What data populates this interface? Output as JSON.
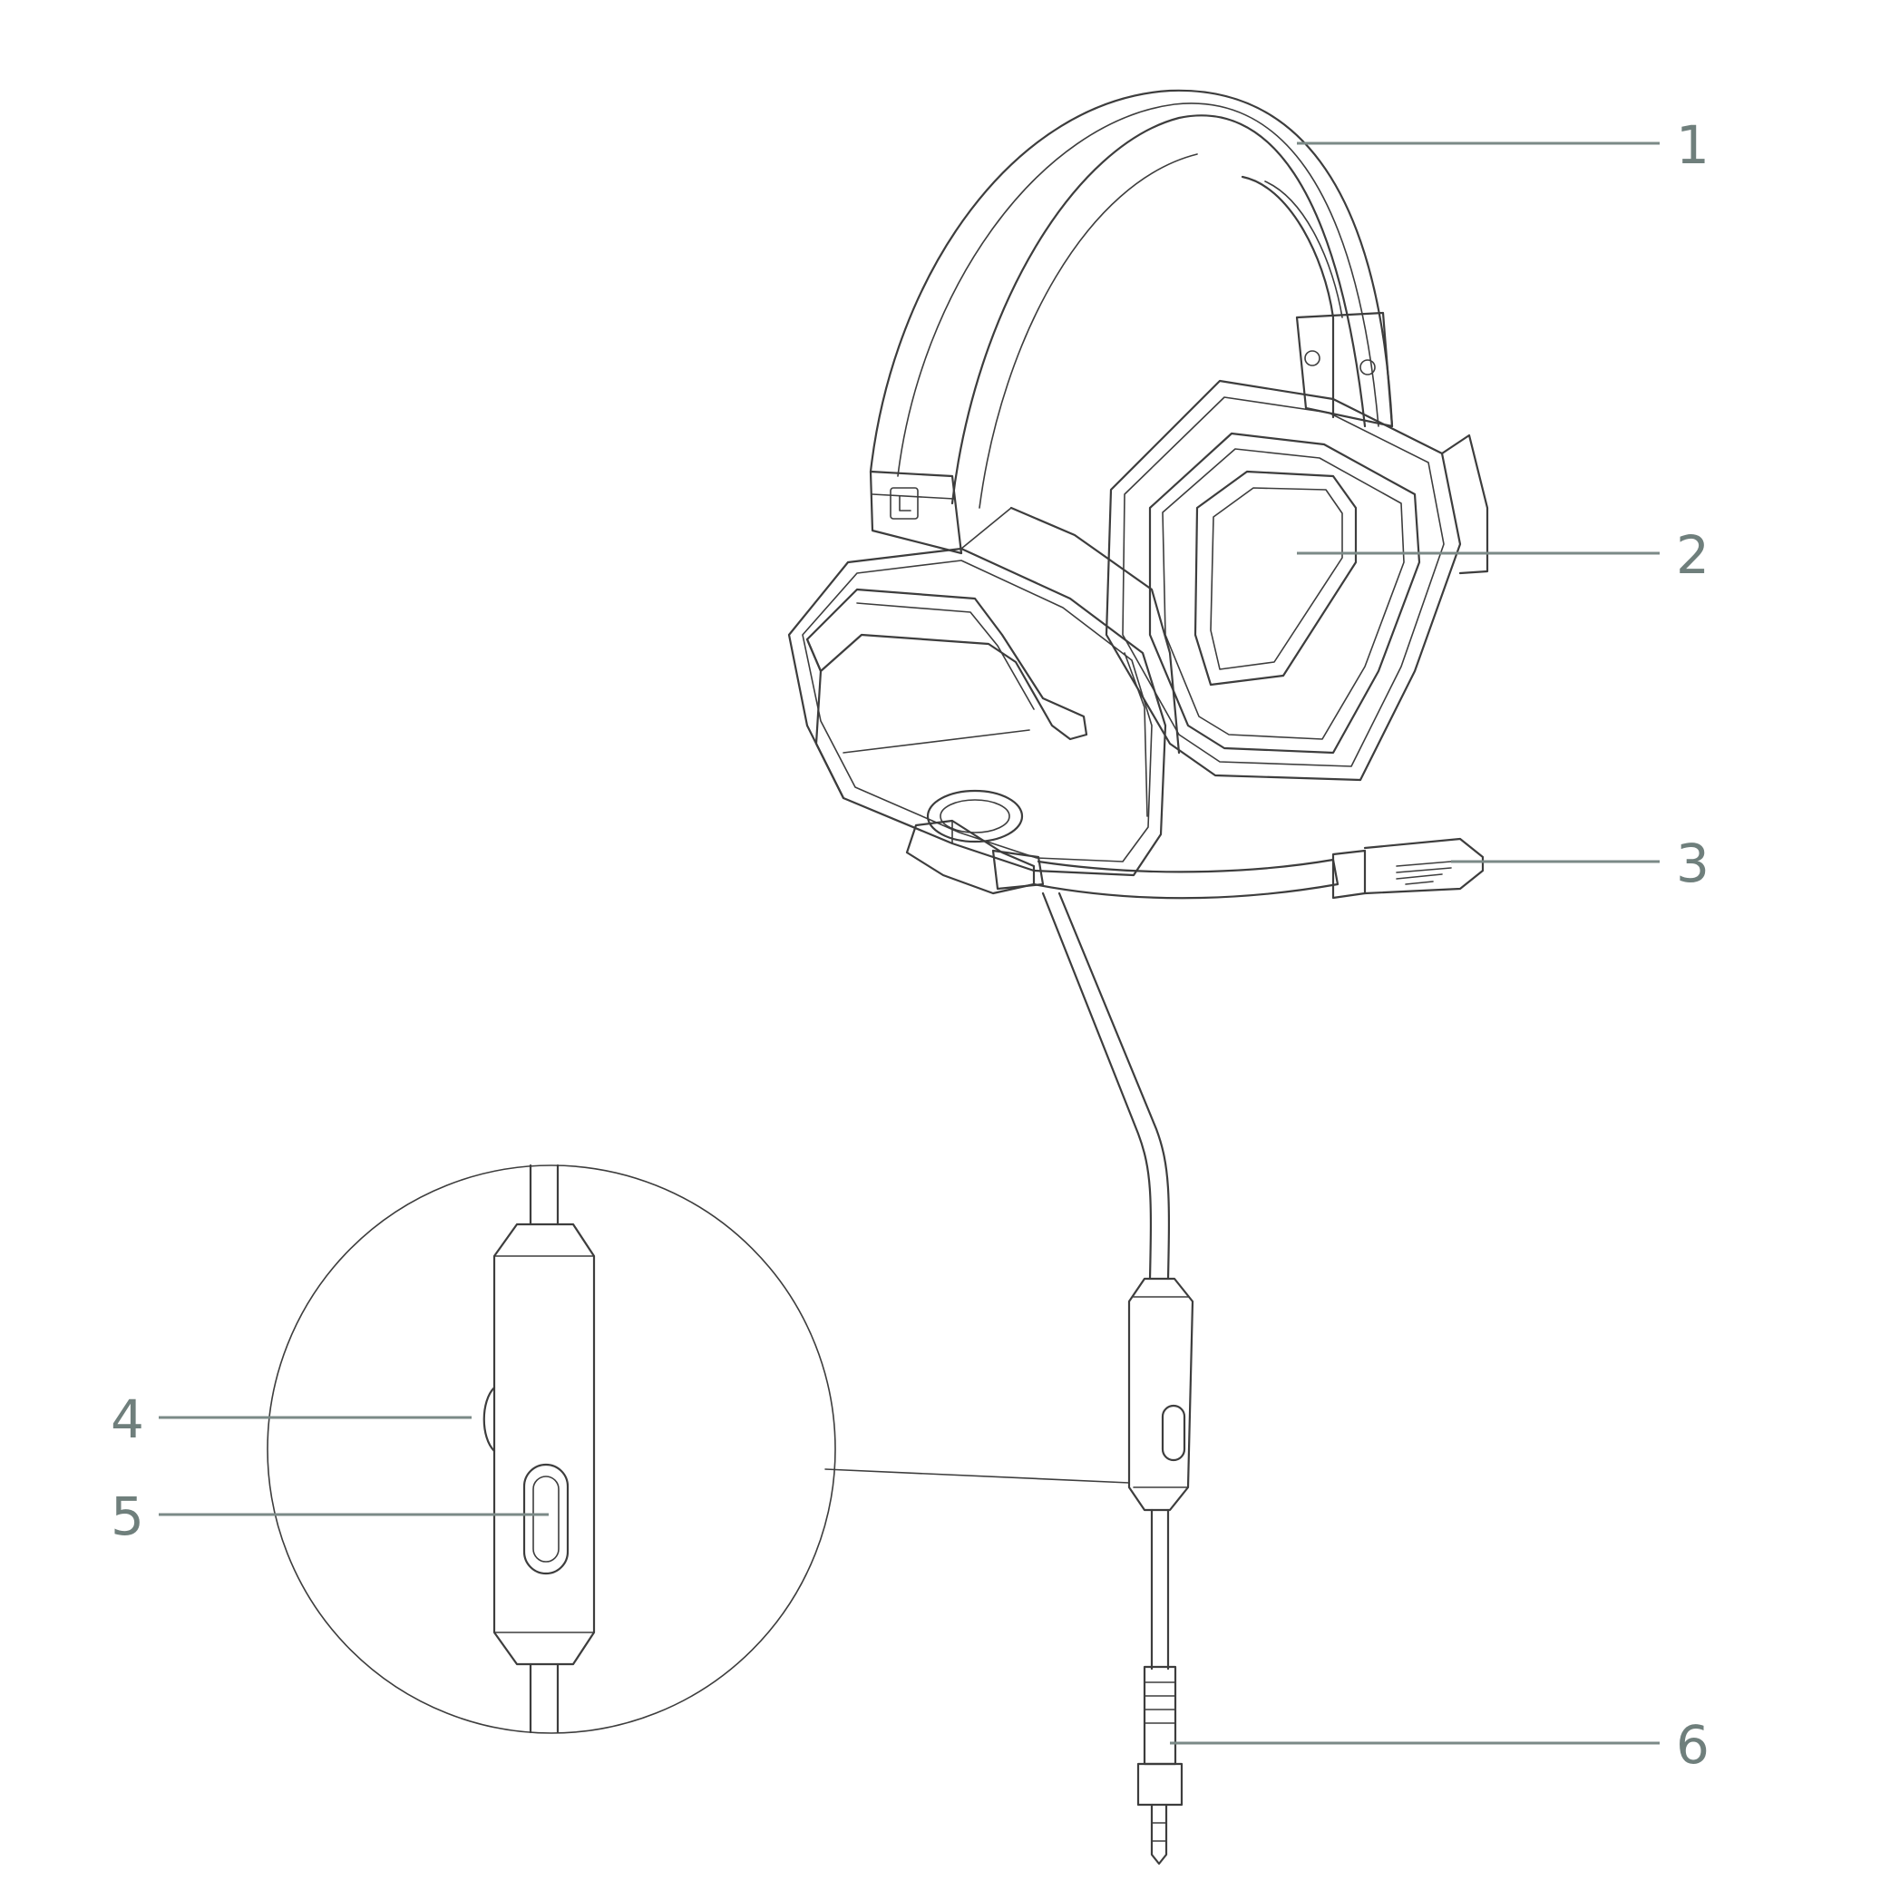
{
  "diagram": {
    "subject": "headset-line-drawing",
    "colors": {
      "line": "#3d3d3d",
      "callout": "#7b8a87"
    },
    "callouts": [
      {
        "id": "1",
        "label": "1"
      },
      {
        "id": "2",
        "label": "2"
      },
      {
        "id": "3",
        "label": "3"
      },
      {
        "id": "4",
        "label": "4"
      },
      {
        "id": "5",
        "label": "5"
      },
      {
        "id": "6",
        "label": "6"
      }
    ],
    "side_marker": "L"
  }
}
